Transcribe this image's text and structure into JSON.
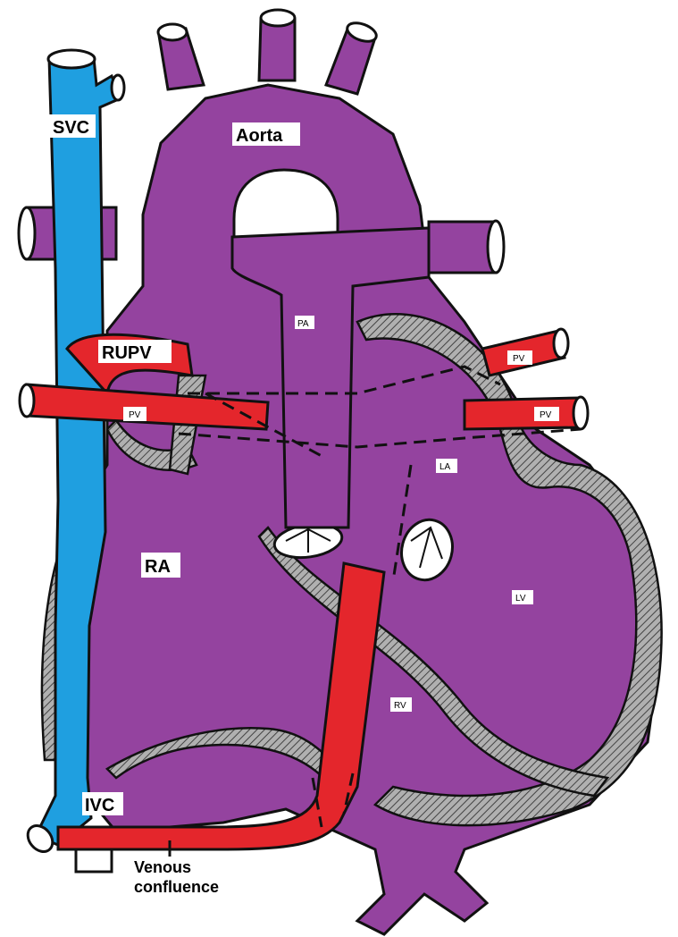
{
  "colors": {
    "venous_blue": "#1f9fe0",
    "mixed_purple": "#94439f",
    "anomalous_red": "#e4262c",
    "wall_gray": "#a9a9a9",
    "outline": "#111111",
    "label_bg": "#ffffff"
  },
  "labels": {
    "svc": "SVC",
    "aorta": "Aorta",
    "pa": "PA",
    "rupv": "RUPV",
    "pv_right_lower": "PV",
    "pv_left_upper": "PV",
    "pv_left_lower": "PV",
    "la": "LA",
    "ra": "RA",
    "lv": "LV",
    "rv": "RV",
    "ivc": "IVC",
    "venous_confluence_line1": "Venous",
    "venous_confluence_line2": "confluence"
  }
}
